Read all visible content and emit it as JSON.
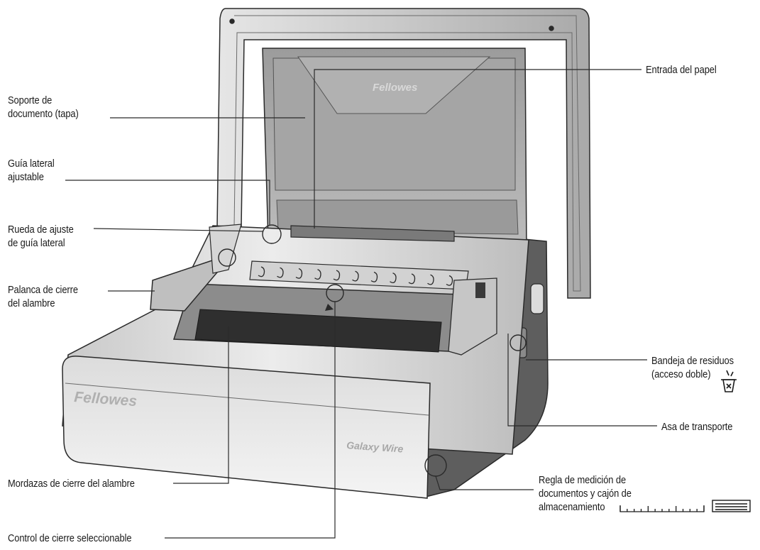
{
  "labels": {
    "document_support": "Soporte de\ndocumento (tapa)",
    "side_guide": "Guía lateral\najustable",
    "side_guide_wheel": "Rueda de ajuste\nde guía lateral",
    "wire_close_lever": "Palanca de cierre\ndel alambre",
    "paper_entry": "Entrada del papel",
    "waste_tray": "Bandeja de residuos\n(acceso doble)",
    "carry_handle": "Asa de transporte",
    "measuring_ruler": "Regla de medición de\ndocumentos y cajón de\nalmacenamiento",
    "wire_close_jaws": "Mordazas de cierre del alambre",
    "selectable_close_control": "Control de cierre seleccionable"
  },
  "brand": {
    "lid_logo": "Fellowes",
    "front_logo": "Fellowes",
    "model": "Galaxy  Wire"
  },
  "colors": {
    "line": "#2a2a2a",
    "body_light": "#d9d9d9",
    "body_mid": "#b4b4b4",
    "body_dark": "#6e6e6e",
    "slot_dark": "#2f2f2f"
  }
}
